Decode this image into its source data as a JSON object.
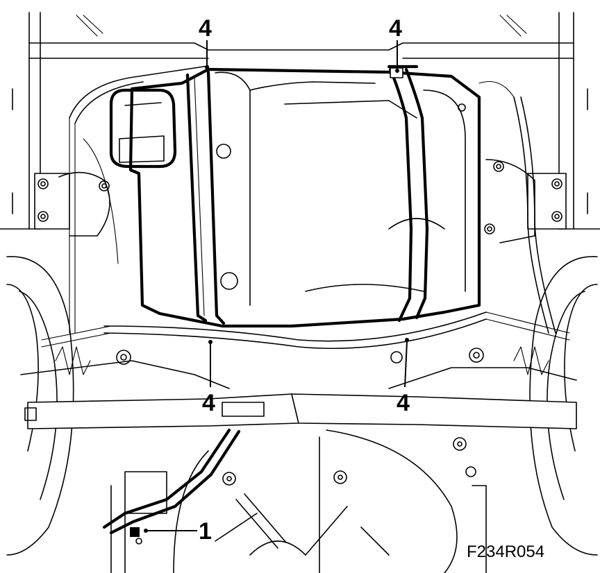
{
  "figure_code": "F234R054",
  "callouts": {
    "top_left": "4",
    "top_right": "4",
    "bottom_left": "4",
    "bottom_right": "4",
    "part_1": "1"
  }
}
